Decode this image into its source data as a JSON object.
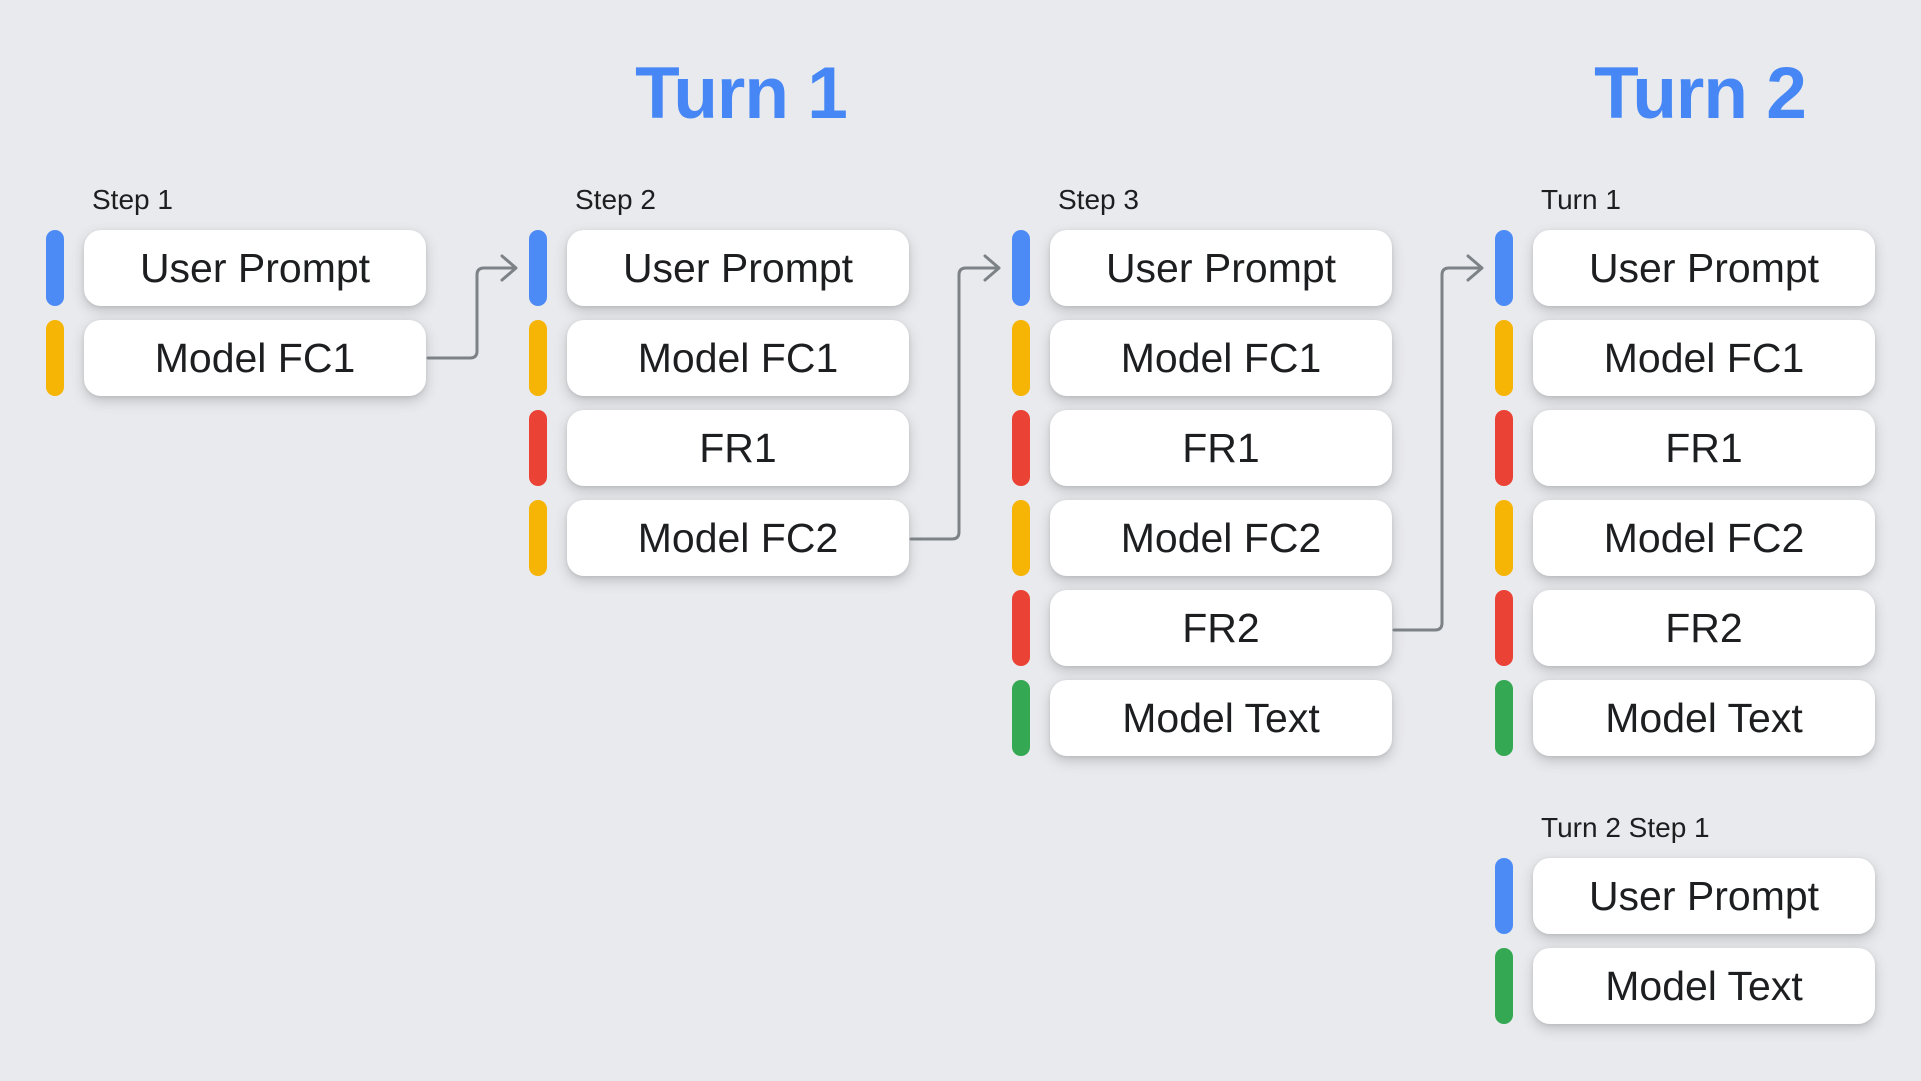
{
  "headings": [
    {
      "text": "Turn 1"
    },
    {
      "text": "Turn 2"
    }
  ],
  "colors": {
    "background": "#E9EAED",
    "heading": "#4687F5",
    "blue": "#4C8BF5",
    "yellow": "#F6B504",
    "red": "#EA4335",
    "green": "#34A853",
    "arrow": "#7D8287",
    "card_text": "#1D1E20"
  },
  "groups": [
    {
      "label": "Step 1",
      "cards": [
        {
          "text": "User Prompt",
          "color": "blue"
        },
        {
          "text": "Model FC1",
          "color": "yellow"
        }
      ]
    },
    {
      "label": "Step 2",
      "cards": [
        {
          "text": "User Prompt",
          "color": "blue"
        },
        {
          "text": "Model FC1",
          "color": "yellow"
        },
        {
          "text": "FR1",
          "color": "red"
        },
        {
          "text": "Model FC2",
          "color": "yellow"
        }
      ]
    },
    {
      "label": "Step 3",
      "cards": [
        {
          "text": "User Prompt",
          "color": "blue"
        },
        {
          "text": "Model FC1",
          "color": "yellow"
        },
        {
          "text": "FR1",
          "color": "red"
        },
        {
          "text": "Model FC2",
          "color": "yellow"
        },
        {
          "text": "FR2",
          "color": "red"
        },
        {
          "text": "Model Text",
          "color": "green"
        }
      ]
    },
    {
      "label": "Turn 1",
      "cards": [
        {
          "text": "User Prompt",
          "color": "blue"
        },
        {
          "text": "Model FC1",
          "color": "yellow"
        },
        {
          "text": "FR1",
          "color": "red"
        },
        {
          "text": "Model FC2",
          "color": "yellow"
        },
        {
          "text": "FR2",
          "color": "red"
        },
        {
          "text": "Model Text",
          "color": "green"
        }
      ]
    },
    {
      "label": "Turn 2 Step 1",
      "cards": [
        {
          "text": "User Prompt",
          "color": "blue"
        },
        {
          "text": "Model Text",
          "color": "green"
        }
      ]
    }
  ],
  "arrows": [
    {
      "from": "Step 1 / Model FC1",
      "to": "Step 2 / User Prompt"
    },
    {
      "from": "Step 2 / Model FC2",
      "to": "Step 3 / User Prompt"
    },
    {
      "from": "Step 3 / FR2",
      "to": "Turn 1 / User Prompt"
    }
  ]
}
